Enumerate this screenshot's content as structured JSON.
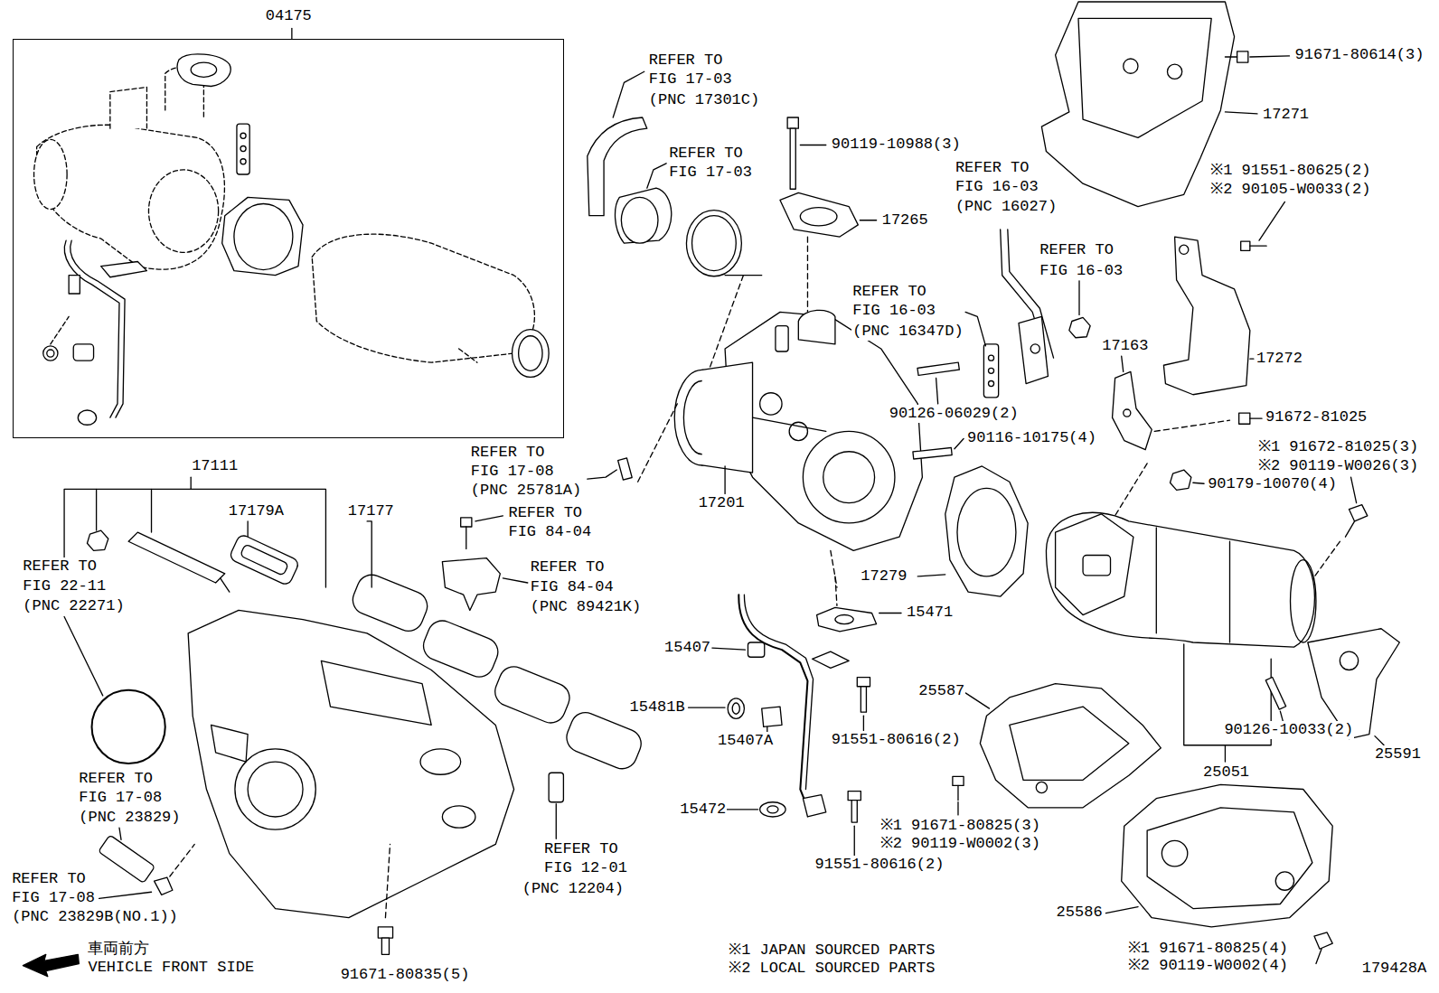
{
  "diagram": {
    "nodes": [
      {
        "text": [
          "04175"
        ]
      }
    ],
    "labels": [
      "REFER TO",
      "FIG 17-03",
      "(PNC 17301C)",
      "91671-80614(3)",
      "90119-10988(3)",
      "REFER TO",
      "FIG 17-03",
      "17271",
      "※1 91551-80625(2)",
      "※2 90105-W0033(2)",
      "REFER TO",
      "FIG 16-03",
      "(PNC 16027)",
      "17265",
      "REFER TO",
      "FIG 16-03",
      "REFER TO",
      "FIG 16-03",
      "(PNC 16347D)",
      "17163",
      "17272",
      "90126-06029(2)",
      "91672-81025",
      "90116-10175(4)",
      "※1 91672-81025(3)",
      "※2 90119-W0026(3)",
      "REFER TO",
      "FIG 17-08",
      "(PNC 25781A)",
      "17111",
      "17201",
      "90179-10070(4)",
      "17179A",
      "17177",
      "REFER TO",
      "FIG 84-04",
      "REFER TO",
      "FIG 84-04",
      "(PNC 89421K)",
      "REFER TO",
      "FIG 22-11",
      "(PNC 22271)",
      "17279",
      "15471",
      "15407",
      "15481B",
      "15407A",
      "91551-80616(2)",
      "25587",
      "90126-10033(2)",
      "25591",
      "25051",
      "REFER TO",
      "FIG 17-08",
      "(PNC 23829)",
      "REFER TO",
      "FIG 12-01",
      "(PNC 12204)",
      "15472",
      "※1 91671-80825(3)",
      "※2 90119-W0002(3)",
      "91551-80616(2)",
      "REFER TO",
      "FIG 17-08",
      "(PNC 23829B(NO.1))",
      "25586",
      "車両前方",
      "VEHICLE FRONT SIDE",
      "※1 JAPAN SOURCED PARTS",
      "※2 LOCAL SOURCED PARTS",
      "※1 91671-80825(4)",
      "※2 90119-W0002(4)",
      "91671-80835(5)",
      "179428A"
    ]
  }
}
